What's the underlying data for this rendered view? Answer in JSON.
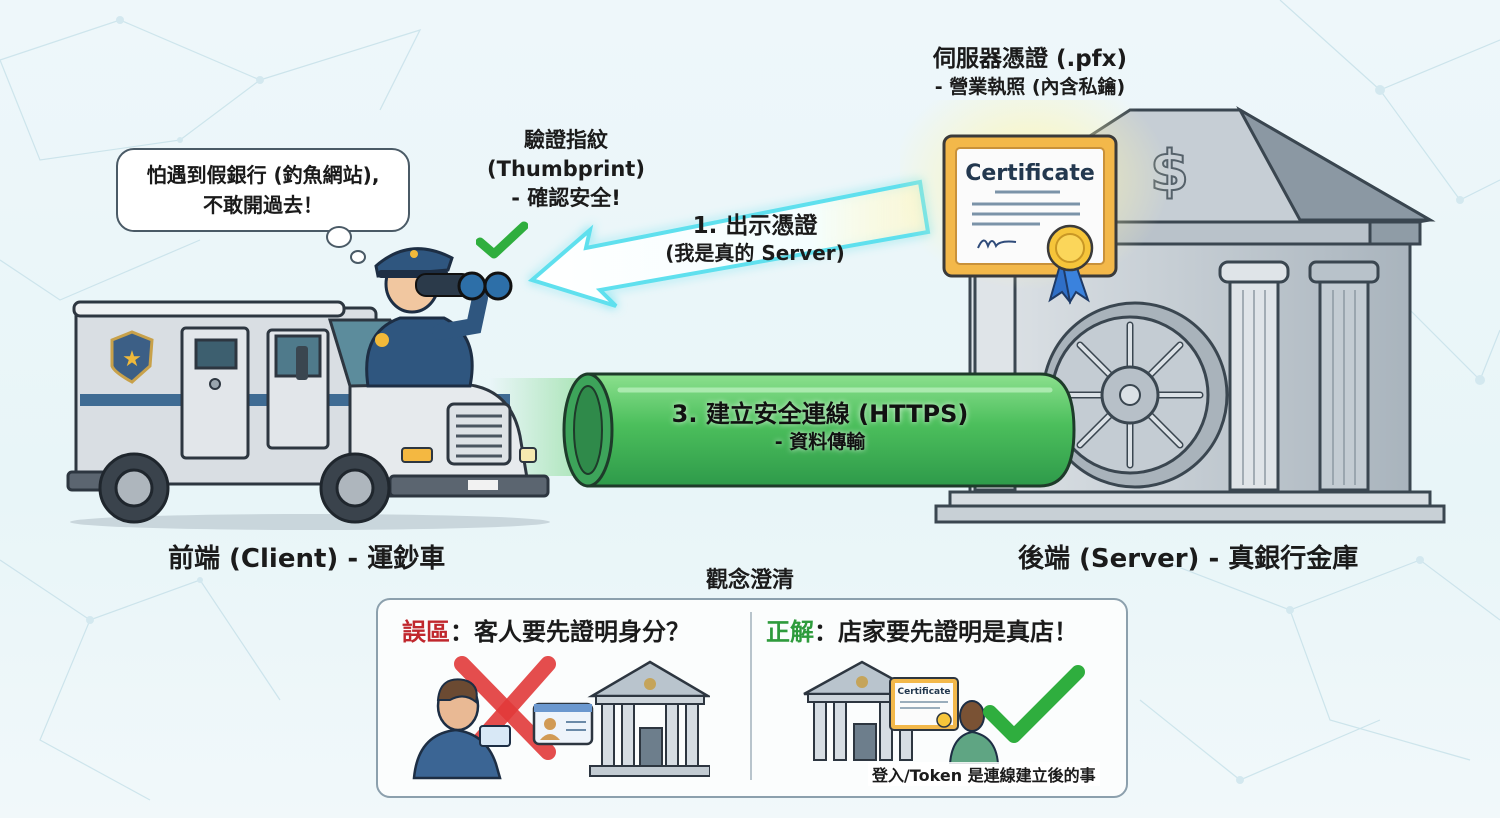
{
  "colors": {
    "background": "#eaf6f8",
    "pipe_green": "#4cbf5c",
    "arrow_cyan": "#5fe0ee",
    "cert_gold": "#f1b441",
    "wrong_red": "#c0272d",
    "right_green": "#2e9b3c",
    "check_green": "#2fae3e"
  },
  "client": {
    "thought_bubble": {
      "line1": "怕遇到假銀行 (釣魚網站),",
      "line2": "不敢開過去！"
    },
    "caption": "前端 (Client) - 運鈔車",
    "icons": [
      "armored-truck-icon",
      "police-officer-icon",
      "binoculars-icon",
      "shield-star-icon"
    ]
  },
  "verify": {
    "line1": "驗證指紋",
    "line2": "(Thumbprint)",
    "line3": "- 確認安全!",
    "icon": "checkmark-icon"
  },
  "step1": {
    "line1": "1. 出示憑證",
    "line2": "(我是真的 Server)"
  },
  "server_cert": {
    "line1": "伺服器憑證 (.pfx)",
    "line2": "- 營業執照 (內含私鑰)",
    "certificate_title": "Certificate"
  },
  "step3": {
    "line1": "3. 建立安全連線 (HTTPS)",
    "line2": "- 資料傳輸"
  },
  "server": {
    "caption": "後端 (Server) - 真銀行金庫",
    "dollar_sign": "$"
  },
  "concept": {
    "title": "觀念澄清",
    "wrong": {
      "tag": "誤區",
      "text": "：客人要先證明身分？"
    },
    "right": {
      "tag": "正解",
      "text": "：店家要先證明是真店！",
      "certificate_title": "Certificate",
      "note": "登入/Token 是連線建立後的事"
    }
  }
}
